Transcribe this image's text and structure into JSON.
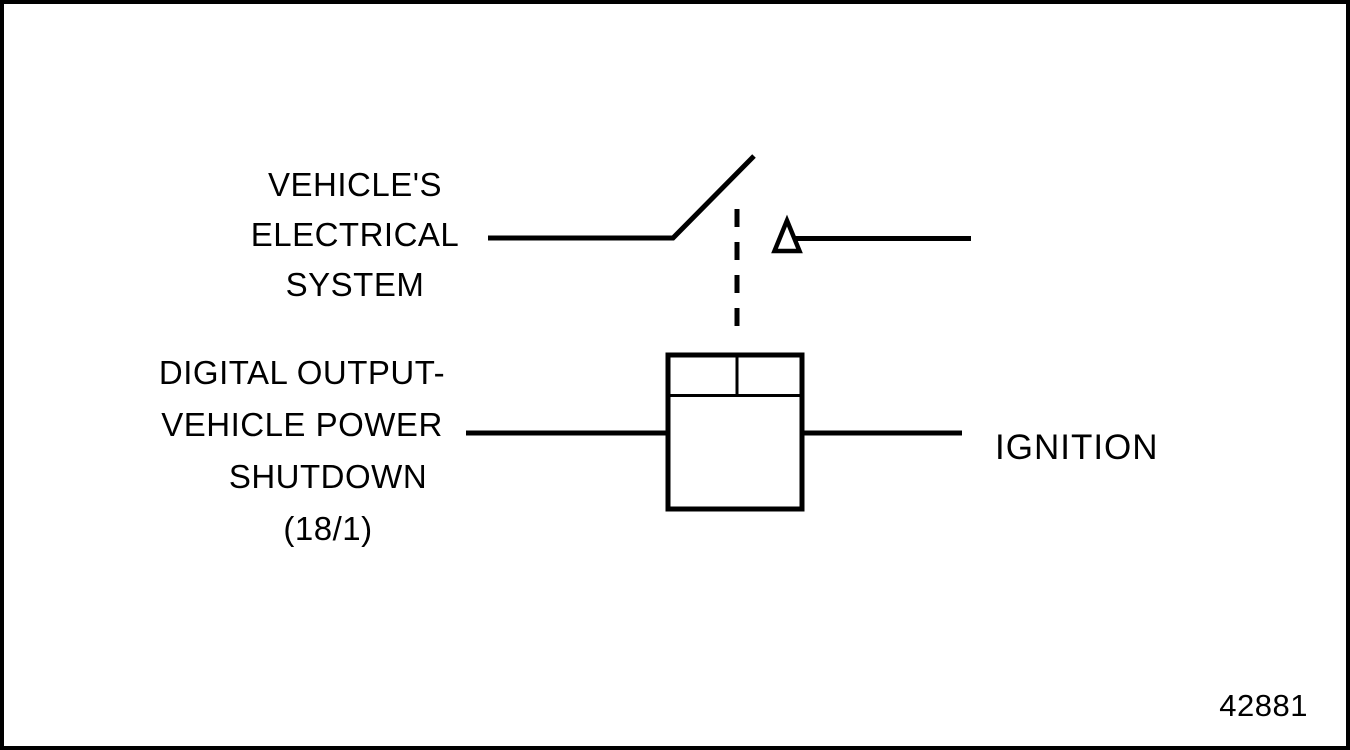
{
  "diagram": {
    "title": "ignition switch relay wiring diagram",
    "colors": {
      "line": "#000000",
      "background": "#ffffff"
    },
    "labels": {
      "electrical_system": {
        "lines": [
          "VEHICLE'S",
          "ELECTRICAL",
          "SYSTEM"
        ]
      },
      "digital_output": {
        "lines": [
          "DIGITAL OUTPUT-",
          "VEHICLE POWER",
          "SHUTDOWN",
          "(18/1)"
        ]
      },
      "ignition": "IGNITION",
      "figure_number": "42881"
    },
    "symbols": {
      "switch": "open-switch-symbol",
      "linkage": "dashed-mechanical-linkage-line",
      "triangle": "triangle-terminal-symbol",
      "relay": "relay-coil-box-symbol"
    }
  }
}
